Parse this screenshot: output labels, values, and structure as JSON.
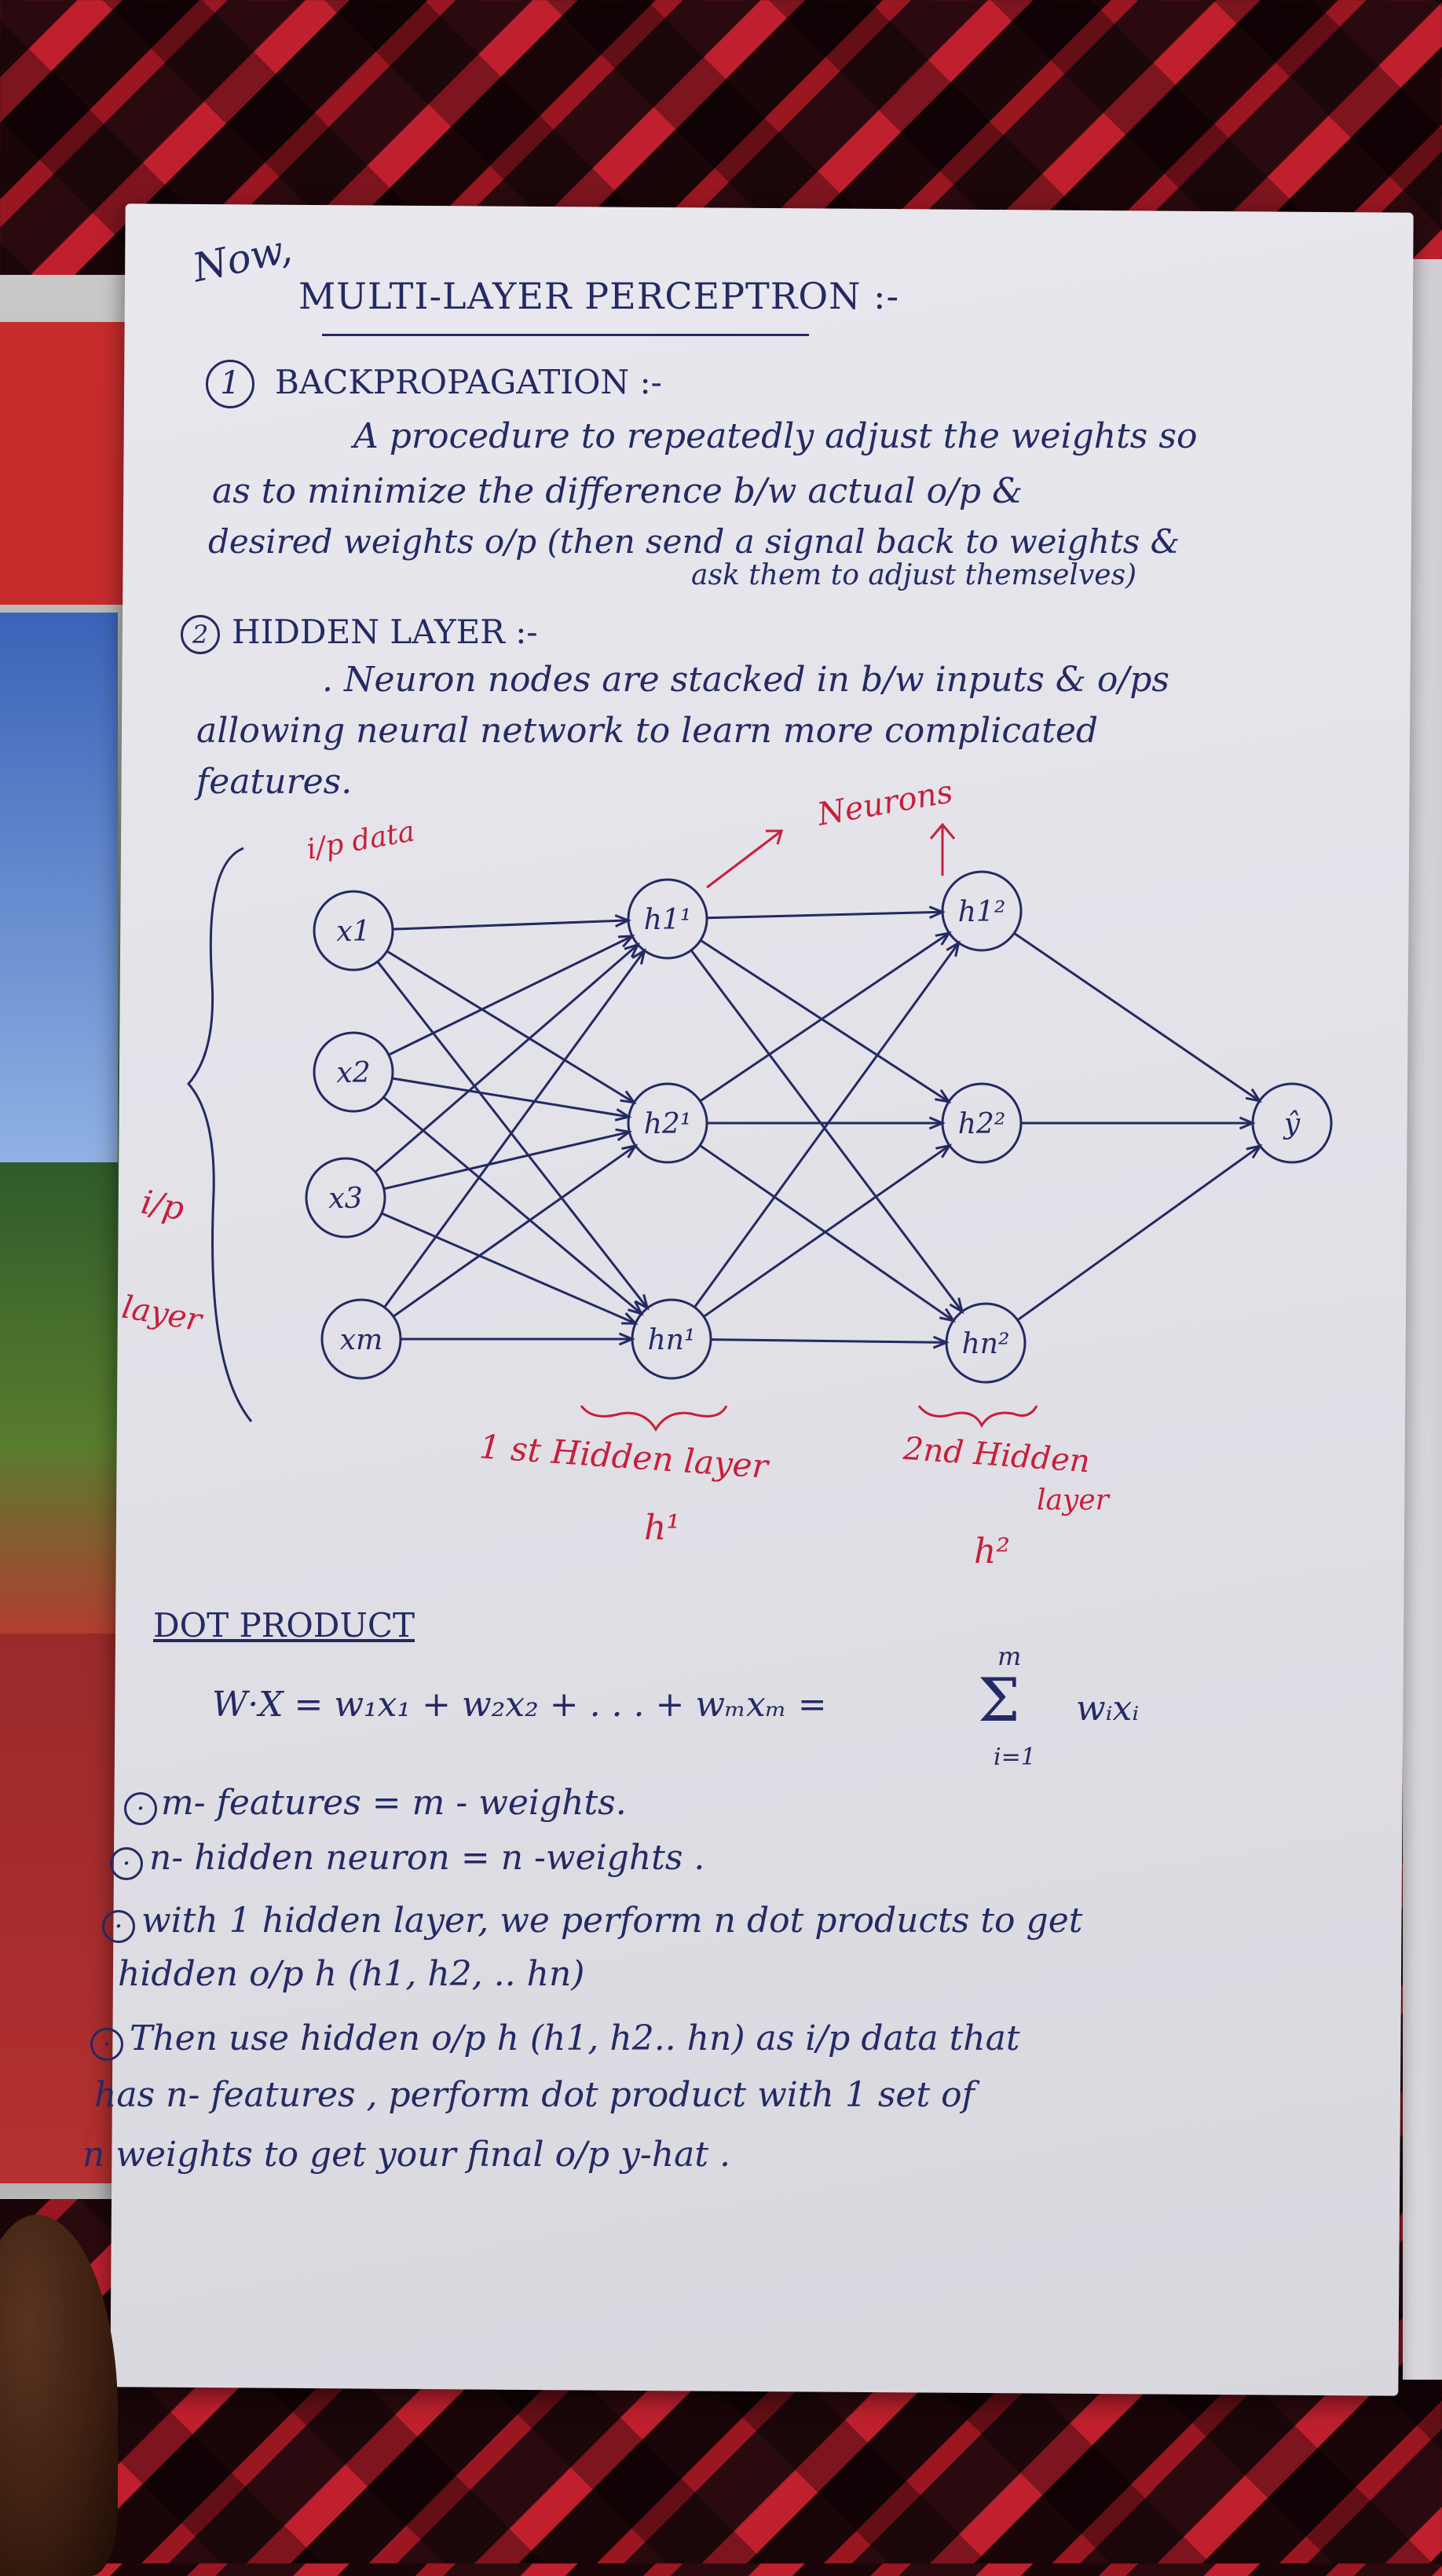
{
  "heading": {
    "now": "Now,",
    "title": "MULTI-LAYER PERCEPTRON :-"
  },
  "section1": {
    "number": "1",
    "title": "BACKPROPAGATION :-",
    "lines": [
      "A procedure to repeatedly adjust the weights so",
      "as to minimize the difference b/w actual o/p &",
      "desired weights o/p (then send a signal back to weights &",
      "ask them to adjust themselves)"
    ]
  },
  "section2": {
    "number": "2",
    "title": "HIDDEN LAYER :-",
    "lines": [
      ". Neuron nodes are stacked in b/w inputs & o/ps",
      "allowing neural network to learn more complicated",
      "features."
    ]
  },
  "diagram": {
    "input_nodes": [
      "x1",
      "x2",
      "x3",
      "xm"
    ],
    "hidden1_nodes": [
      "h1¹",
      "h2¹",
      "hn¹"
    ],
    "hidden2_nodes": [
      "h1²",
      "h2²",
      "hn²"
    ],
    "output_node": "ŷ",
    "labels": {
      "input_data": "i/p data",
      "neurons": "Neurons",
      "input_layer_1": "i/p",
      "input_layer_2": "layer",
      "hidden1_a": "1 st Hidden layer",
      "hidden1_b": "h¹",
      "hidden2_a": "2nd Hidden",
      "hidden2_b": "layer",
      "hidden2_c": "h²"
    },
    "ink_color": "#232a63",
    "accent_color": "#c81e3a"
  },
  "dot_product": {
    "title": "DOT PRODUCT",
    "formula_left": "W·X = w₁x₁ + w₂x₂ + . . . + wₘxₘ =",
    "sum_top": "m",
    "sum_symbol": "Σ",
    "sum_bottom": "i=1",
    "formula_right": "wᵢxᵢ"
  },
  "bullets": [
    [
      "m- features = m - weights."
    ],
    [
      "n- hidden neuron = n -weights ."
    ],
    [
      "with 1 hidden layer, we perform n dot products to get",
      "hidden o/p h (h1, h2, .. hn)"
    ],
    [
      "Then use hidden o/p h (h1, h2.. hn) as i/p data that",
      "has n- features , perform dot product with 1 set of",
      "n weights to get your final o/p y-hat ."
    ]
  ]
}
